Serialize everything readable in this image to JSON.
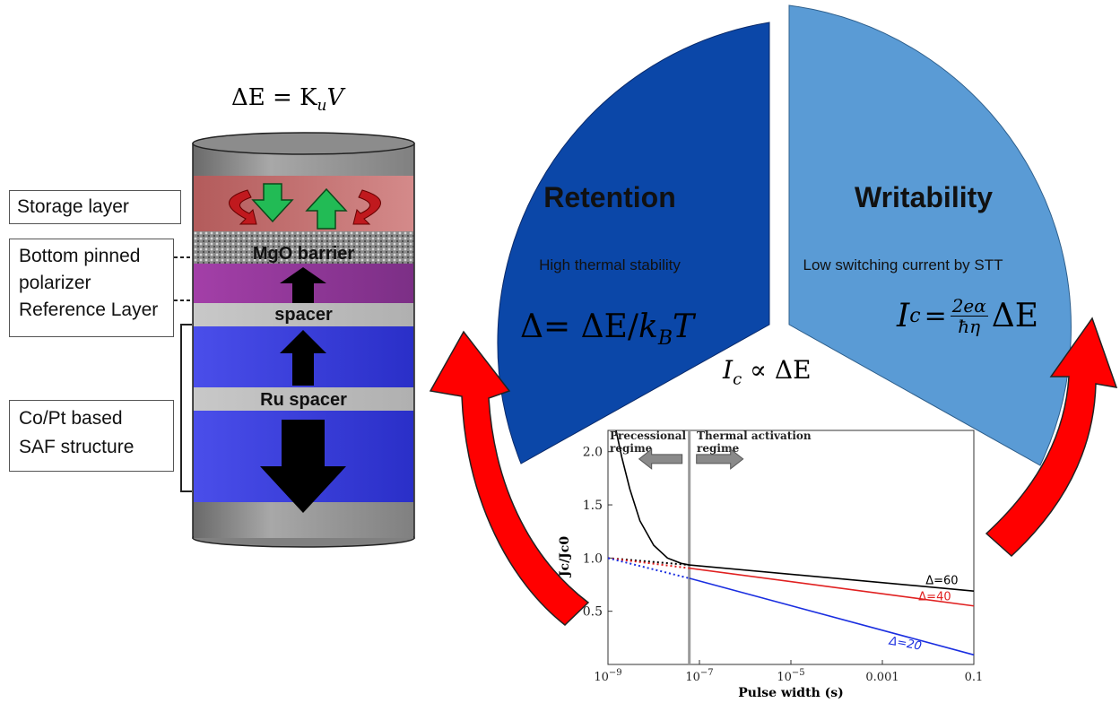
{
  "stack": {
    "energy_equation": "ΔE = K_uV",
    "layers": {
      "mgo": "MgO barrier",
      "spacer": "spacer",
      "ru": "Ru spacer"
    }
  },
  "callouts": {
    "storage": "Storage layer",
    "reference": [
      "Bottom pinned",
      "polarizer",
      "Reference Layer"
    ],
    "saf": [
      "Co/Pt based",
      "SAF structure"
    ]
  },
  "retention": {
    "title": "Retention",
    "subtitle": "High thermal stability",
    "formula": "Δ= ΔE/k_BT",
    "color": "#0b47a8"
  },
  "writability": {
    "title": "Writability",
    "subtitle": "Low switching current by STT",
    "formula": "I_c = 2eα/ħη ΔE",
    "color": "#5a9bd5"
  },
  "center_relation": "I_c ∝ ΔE",
  "arrow_color": "#ff0000",
  "chart_data": {
    "type": "line",
    "xlabel": "Pulse width (s)",
    "ylabel": "Jc/Jc0",
    "x_scale": "log",
    "xlim": [
      1e-09,
      0.1
    ],
    "ylim": [
      0.0,
      2.2
    ],
    "xticks": [
      {
        "value": 1e-09,
        "label": "10^-9"
      },
      {
        "value": 1e-07,
        "label": "10^-7"
      },
      {
        "value": 1e-05,
        "label": "10^-5"
      },
      {
        "value": 0.001,
        "label": "0.001"
      },
      {
        "value": 0.1,
        "label": "0.1"
      }
    ],
    "yticks": [
      0.5,
      1.0,
      1.5,
      2.0
    ],
    "regime_boundary_x": 6e-08,
    "annotations": [
      {
        "text": [
          "Precessional",
          "regime"
        ],
        "x": 1.2e-09,
        "y": 2.1,
        "arrow": "left"
      },
      {
        "text": [
          "Thermal activation",
          "regime"
        ],
        "x": 8e-08,
        "y": 2.1,
        "arrow": "right"
      }
    ],
    "series": [
      {
        "name": "Δ=60",
        "color": "#000000",
        "x": [
          6e-08,
          0.1
        ],
        "y": [
          0.935,
          0.69
        ],
        "dotted": {
          "x": [
            1e-09,
            6e-08
          ],
          "y": [
            1.0,
            0.935
          ]
        }
      },
      {
        "name": "Δ=40",
        "color": "#e02020",
        "x": [
          6e-08,
          0.1
        ],
        "y": [
          0.905,
          0.55
        ],
        "dotted": {
          "x": [
            1e-09,
            6e-08
          ],
          "y": [
            1.0,
            0.905
          ]
        }
      },
      {
        "name": "Δ=20",
        "color": "#1a2ee0",
        "x": [
          6e-08,
          0.1
        ],
        "y": [
          0.81,
          0.09
        ],
        "dotted": {
          "x": [
            1e-09,
            6e-08
          ],
          "y": [
            1.0,
            0.81
          ]
        }
      },
      {
        "name": "precessional",
        "color": "#000000",
        "x": [
          1.5e-09,
          2e-09,
          3e-09,
          5e-09,
          1e-08,
          2e-08,
          4e-08,
          6e-08
        ],
        "y": [
          2.2,
          1.95,
          1.65,
          1.35,
          1.12,
          1.0,
          0.95,
          0.935
        ]
      }
    ]
  }
}
